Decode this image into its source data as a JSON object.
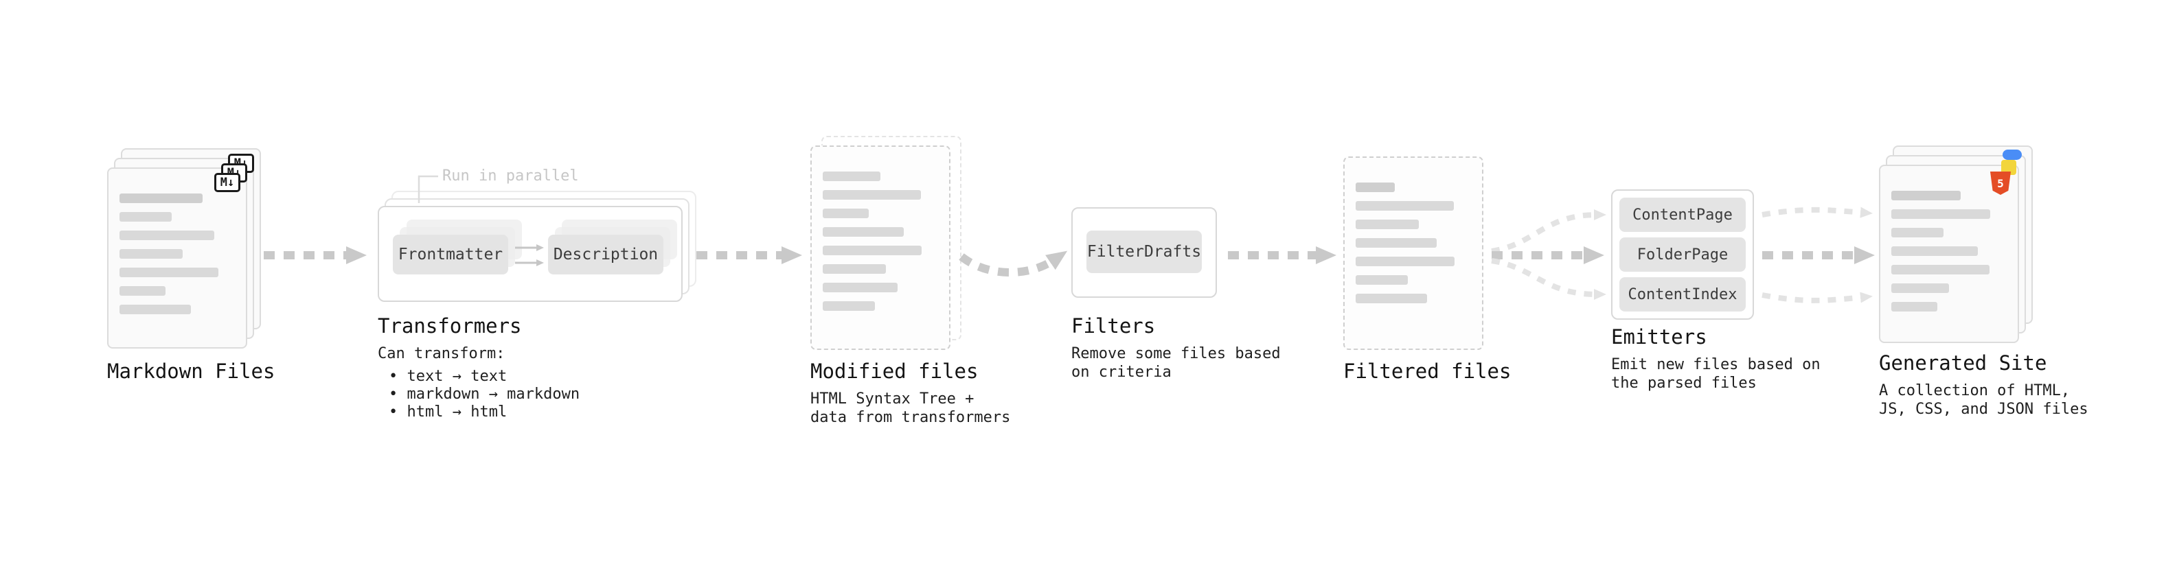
{
  "diagram": {
    "markdown_files": {
      "label": "Markdown Files",
      "badge": "M↓"
    },
    "transformers": {
      "label": "Transformers",
      "annotation": "Run in parallel",
      "box1": "Frontmatter",
      "box2": "Description",
      "desc_title": "Can transform:",
      "bullets": [
        "• text → text",
        "• markdown → markdown",
        "• html → html"
      ]
    },
    "modified_files": {
      "label": "Modified files",
      "description": "HTML Syntax Tree +\ndata from transformers"
    },
    "filters": {
      "label": "Filters",
      "box1": "FilterDrafts",
      "description": "Remove some files based\non criteria"
    },
    "filtered_files": {
      "label": "Filtered files"
    },
    "emitters": {
      "label": "Emitters",
      "boxes": [
        "ContentPage",
        "FolderPage",
        "ContentIndex"
      ],
      "description": "Emit new files based on\nthe parsed files"
    },
    "generated_site": {
      "label": "Generated Site",
      "description": "A collection of HTML,\nJS, CSS, and JSON files",
      "badge": "5"
    }
  },
  "colors": {
    "arrow": "#c9c9c9",
    "arrow_light": "#e3e3e3",
    "card_border": "#dcdcdc",
    "text_line": "#d9d9d9",
    "button_bg": "#e4e4e4",
    "label": "#141414",
    "annotation": "#c6c6c6",
    "html5_orange": "#e44d26",
    "js_yellow": "#f2d53c",
    "css_blue": "#4a8df6"
  }
}
